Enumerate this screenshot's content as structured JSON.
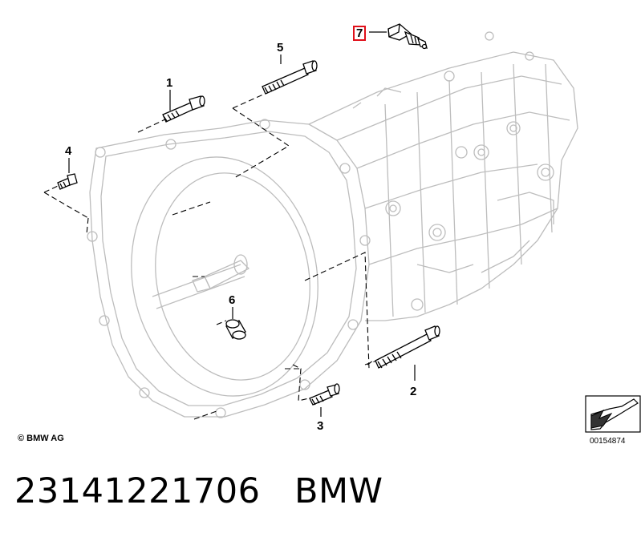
{
  "callouts": {
    "c1": "1",
    "c2": "2",
    "c3": "3",
    "c4": "4",
    "c5": "5",
    "c6": "6",
    "c7": "7"
  },
  "highlighted_part": "7",
  "copyright": "© BMW AG",
  "diagram_ref": "00154874",
  "caption": {
    "part_number": "23141221706",
    "brand": "BMW"
  },
  "colors": {
    "highlight_box": "#e0101a",
    "line": "#b8b8b8",
    "ink": "#000000"
  }
}
